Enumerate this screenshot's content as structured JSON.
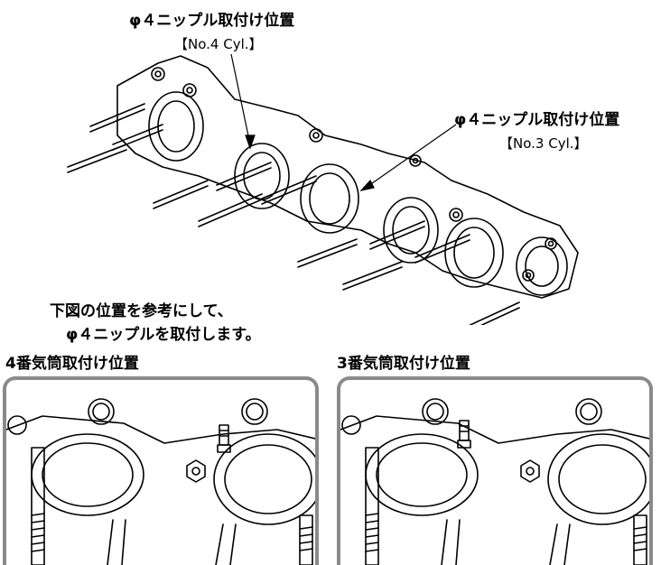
{
  "callouts": {
    "no4_title": "φ４ニップル取付け位置",
    "no4_sub": "【No.4 Cyl.】",
    "no3_title": "φ４ニップル取付け位置",
    "no3_sub": "【No.3 Cyl.】"
  },
  "instruction": {
    "line1": "下図の位置を参考にして、",
    "line2": "φ４ニップルを取付します。"
  },
  "panels": {
    "left_title": "4番気筒取付け位置",
    "right_title": "3番気筒取付け位置"
  },
  "colors": {
    "frame": "#8a8a8a",
    "line": "#000000"
  }
}
